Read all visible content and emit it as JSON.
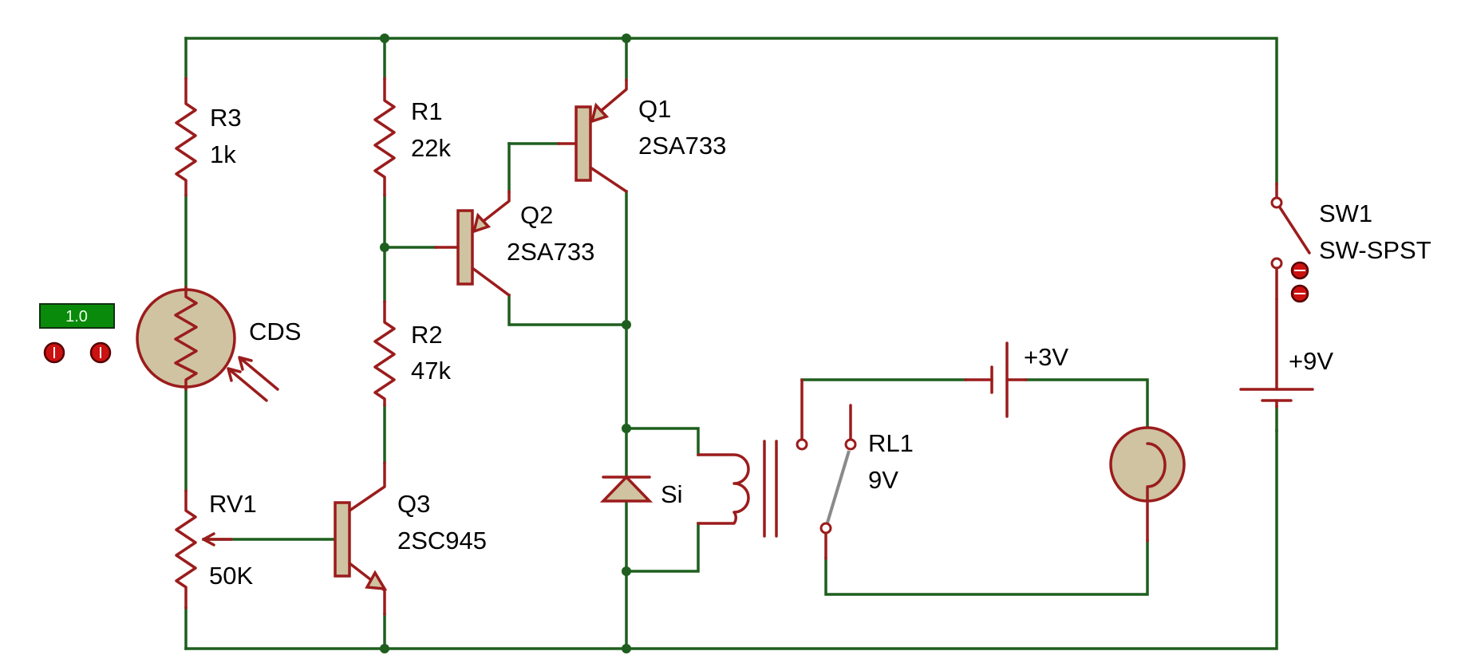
{
  "probe": {
    "value": "1.0"
  },
  "components": {
    "r3": {
      "ref": "R3",
      "value": "1k"
    },
    "r1": {
      "ref": "R1",
      "value": "22k"
    },
    "r2": {
      "ref": "R2",
      "value": "47k"
    },
    "q1": {
      "ref": "Q1",
      "value": "2SA733"
    },
    "q2": {
      "ref": "Q2",
      "value": "2SA733"
    },
    "q3": {
      "ref": "Q3",
      "value": "2SC945"
    },
    "cds": {
      "ref": "CDS"
    },
    "rv1": {
      "ref": "RV1",
      "value": "50K"
    },
    "diode": {
      "ref": "Si"
    },
    "rl1": {
      "ref": "RL1",
      "value": "9V"
    },
    "sw1": {
      "ref": "SW1",
      "value": "SW-SPST"
    },
    "batt_lamp": {
      "value": "+3V"
    },
    "batt_main": {
      "value": "+9V"
    }
  },
  "colors": {
    "wire": "#1e5e1e",
    "component": "#9b1c1c",
    "fill": "#cfc3a1",
    "probe_bg": "#0a8a0a",
    "pin": "#cc1111"
  }
}
